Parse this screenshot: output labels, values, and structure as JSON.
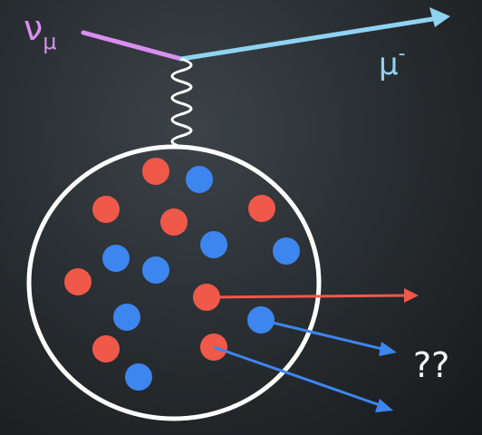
{
  "labels": {
    "neutrino": "ν",
    "neutrino_sub": "μ",
    "muon": "μ",
    "muon_sup": "-",
    "unknown": "??"
  },
  "colors": {
    "neutrino_line": "#d98ef0",
    "muon_line": "#8fd3f2",
    "proton": "#f0584a",
    "neutron": "#3d86f0",
    "nucleus_outline": "#ffffff",
    "unknown_text": "#ffffff"
  },
  "particles": {
    "nucleons": [
      {
        "type": "proton"
      },
      {
        "type": "neutron"
      },
      {
        "type": "proton"
      },
      {
        "type": "proton"
      },
      {
        "type": "proton"
      },
      {
        "type": "neutron"
      },
      {
        "type": "neutron"
      },
      {
        "type": "neutron"
      },
      {
        "type": "proton"
      },
      {
        "type": "neutron"
      },
      {
        "type": "proton"
      },
      {
        "type": "neutron"
      },
      {
        "type": "neutron"
      },
      {
        "type": "proton"
      },
      {
        "type": "proton"
      },
      {
        "type": "neutron"
      }
    ],
    "outgoing_tracks": [
      {
        "type": "proton"
      },
      {
        "type": "neutron"
      },
      {
        "type": "neutron"
      }
    ]
  }
}
